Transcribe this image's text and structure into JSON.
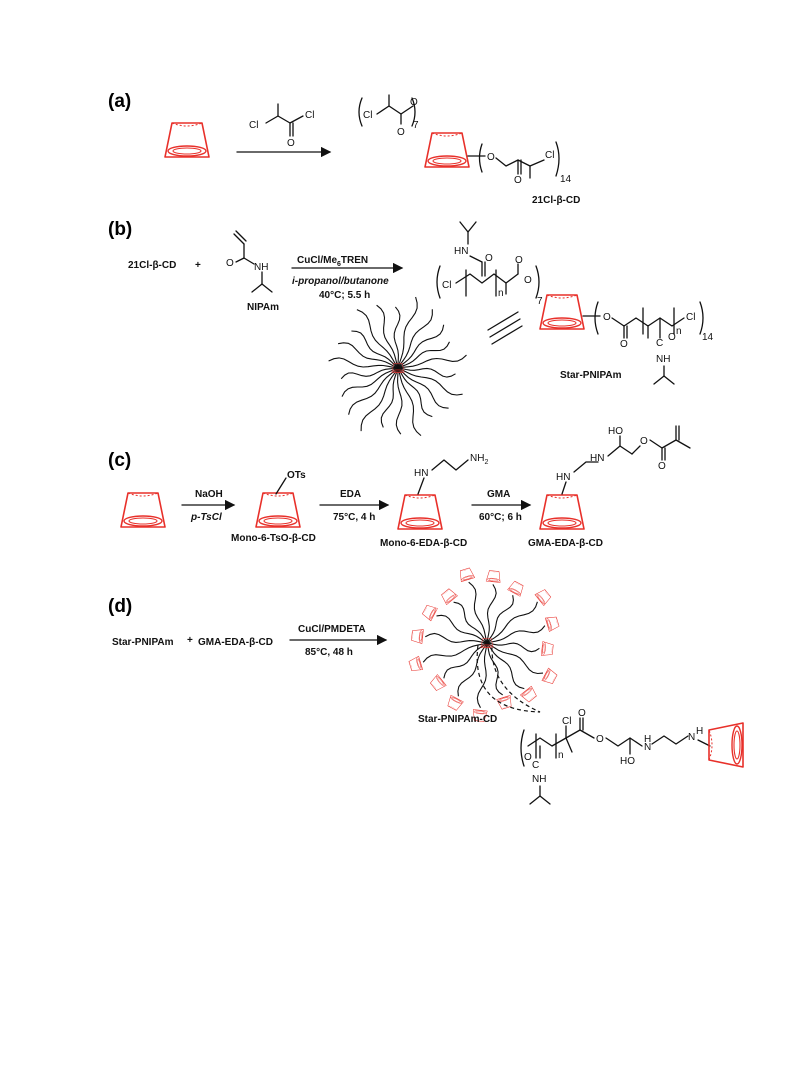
{
  "panels": {
    "a": {
      "label": "(a)",
      "product": "21Cl-β-CD",
      "sub7": "7",
      "sub14": "14",
      "atoms": [
        "Cl",
        "Cl",
        "O",
        "Cl",
        "O",
        "O",
        "O",
        "O",
        "Cl"
      ]
    },
    "b": {
      "label": "(b)",
      "reactant1": "21Cl-β-CD",
      "plus": "+",
      "monomer": "NIPAm",
      "conditions": [
        "CuCl/Me6TREN",
        "i-propanol/butanone",
        "40°C; 5.5 h"
      ],
      "product": "Star-PNIPAm",
      "sub_n": "n",
      "sub7": "7",
      "sub14": "14"
    },
    "c": {
      "label": "(c)",
      "step1": [
        "NaOH",
        "p-TsCl"
      ],
      "int1": "Mono-6-TsO-β-CD",
      "ots": "OTs",
      "step2": [
        "EDA",
        "75°C, 4 h"
      ],
      "int2": "Mono-6-EDA-β-CD",
      "step3": [
        "GMA",
        "60°C; 6 h"
      ],
      "product": "GMA-EDA-β-CD"
    },
    "d": {
      "label": "(d)",
      "reactant1": "Star-PNIPAm",
      "plus": "+",
      "reactant2": "GMA-EDA-β-CD",
      "conditions": [
        "CuCl/PMDETA",
        "85°C, 48 h"
      ],
      "product": "Star-PNIPAm-CD"
    }
  },
  "colors": {
    "cd": "#e8302a",
    "ink": "#111111"
  }
}
